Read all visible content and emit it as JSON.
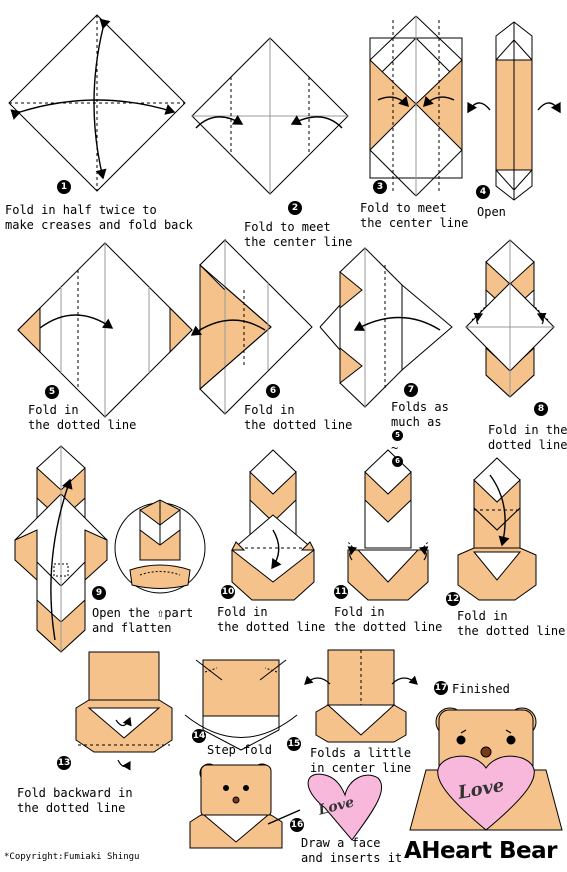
{
  "title": "AHeart Bear",
  "copyright": "*Copyright:Fumiaki Shingu",
  "colors": {
    "paper_orange": "#F4C28A",
    "paper_white": "#FFFFFF",
    "heart_pink": "#F7B8DC",
    "line": "#000000"
  },
  "steps": [
    {
      "number": "1",
      "lines": [
        "Fold in half twice to",
        "make creases and fold back"
      ]
    },
    {
      "number": "2",
      "lines": [
        "Fold to meet",
        "the center line"
      ]
    },
    {
      "number": "3",
      "lines": [
        "Fold to meet",
        "the center line"
      ]
    },
    {
      "number": "4",
      "lines": [
        "Open"
      ]
    },
    {
      "number": "5",
      "lines": [
        "Fold in",
        "the dotted line"
      ]
    },
    {
      "number": "6",
      "lines": [
        "Fold in",
        "the dotted line"
      ]
    },
    {
      "number": "7",
      "lines": [
        "Folds as",
        "much as"
      ],
      "refs": [
        "5",
        "6"
      ],
      "ref_sep": "~"
    },
    {
      "number": "8",
      "lines": [
        "Fold in the",
        "dotted line"
      ]
    },
    {
      "number": "9",
      "lines": [
        "Open the",
        "and flatten"
      ],
      "line1_tail": "part"
    },
    {
      "number": "10",
      "lines": [
        "Fold in",
        "the dotted line"
      ]
    },
    {
      "number": "11",
      "lines": [
        "Fold in",
        "the dotted line"
      ]
    },
    {
      "number": "12",
      "lines": [
        "Fold in",
        "the dotted line"
      ]
    },
    {
      "number": "13",
      "lines": [
        "Fold backward in",
        "the dotted line"
      ]
    },
    {
      "number": "14",
      "lines": [
        "Step fold"
      ]
    },
    {
      "number": "15",
      "lines": [
        "Folds a little",
        "in center line"
      ]
    },
    {
      "number": "16",
      "lines": [
        "Draw a face",
        "and inserts it"
      ]
    },
    {
      "number": "17",
      "lines": [
        "Finished"
      ]
    }
  ],
  "heart_text": "Love",
  "icons": {
    "up_arrow": "⇧"
  }
}
